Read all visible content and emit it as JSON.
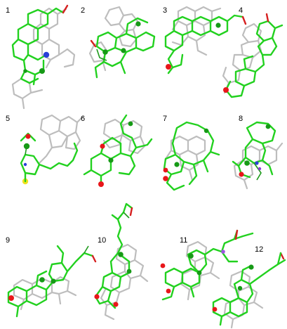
{
  "figure": {
    "panels": [
      {
        "label": "1"
      },
      {
        "label": "2"
      },
      {
        "label": "3"
      },
      {
        "label": "4"
      },
      {
        "label": "5"
      },
      {
        "label": "6"
      },
      {
        "label": "7"
      },
      {
        "label": "8"
      },
      {
        "label": "9"
      },
      {
        "label": "10"
      },
      {
        "label": "11"
      },
      {
        "label": "12"
      }
    ]
  },
  "colors": {
    "template": "#bdbdbd",
    "ligand": "#22d11f",
    "ligand_dark": "#1d9a1a",
    "oxygen": "#e8161a",
    "nitrogen": "#2a3fd8",
    "sulfur": "#f0e21e",
    "pharmacophore_point": "#169a16"
  }
}
